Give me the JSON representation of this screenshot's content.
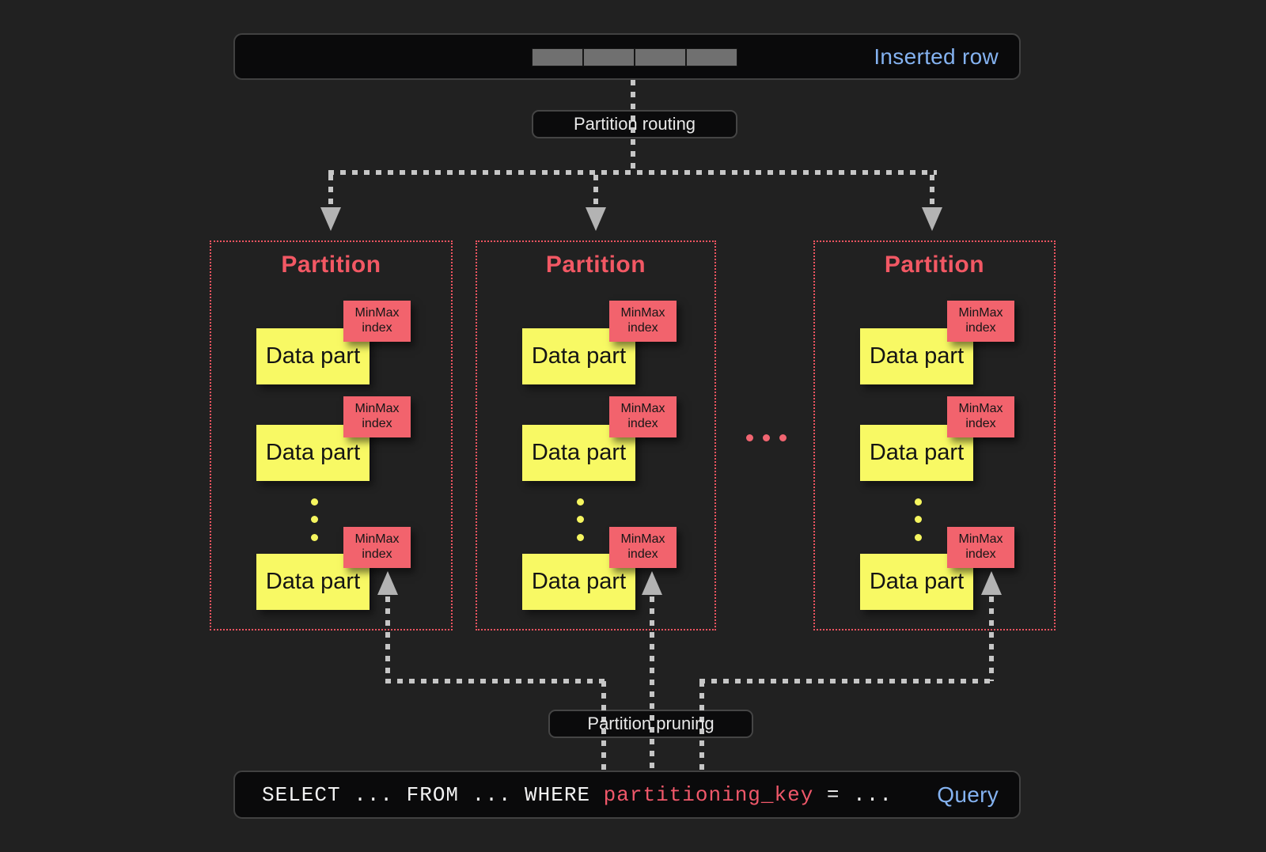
{
  "colors": {
    "accent-blue": "#84b2f0",
    "coral": "#f2636d",
    "coral-border": "#ee5460",
    "coral-title": "#f25864",
    "yellow": "#f8f964",
    "line-gray": "#c6c6c6",
    "bar-bg": "#0a0a0b",
    "bar-border": "#414141",
    "page-bg": "#212121",
    "key-red": "#f0586a"
  },
  "top_bar": {
    "label": "Inserted row"
  },
  "routing": {
    "label": "Partition routing"
  },
  "pruning": {
    "label": "Partition pruning"
  },
  "partitions": [
    {
      "title": "Partition",
      "parts": [
        {
          "label": "Data part",
          "minmax1": "MinMax",
          "minmax2": "index"
        },
        {
          "label": "Data part",
          "minmax1": "MinMax",
          "minmax2": "index"
        },
        {
          "label": "Data part",
          "minmax1": "MinMax",
          "minmax2": "index"
        }
      ]
    },
    {
      "title": "Partition",
      "parts": [
        {
          "label": "Data part",
          "minmax1": "MinMax",
          "minmax2": "index"
        },
        {
          "label": "Data part",
          "minmax1": "MinMax",
          "minmax2": "index"
        },
        {
          "label": "Data part",
          "minmax1": "MinMax",
          "minmax2": "index"
        }
      ]
    },
    {
      "title": "Partition",
      "parts": [
        {
          "label": "Data part",
          "minmax1": "MinMax",
          "minmax2": "index"
        },
        {
          "label": "Data part",
          "minmax1": "MinMax",
          "minmax2": "index"
        },
        {
          "label": "Data part",
          "minmax1": "MinMax",
          "minmax2": "index"
        }
      ]
    }
  ],
  "query": {
    "prefix": "SELECT ... FROM ... WHERE ",
    "key": "partitioning_key",
    "suffix": " = ...",
    "label": "Query"
  }
}
